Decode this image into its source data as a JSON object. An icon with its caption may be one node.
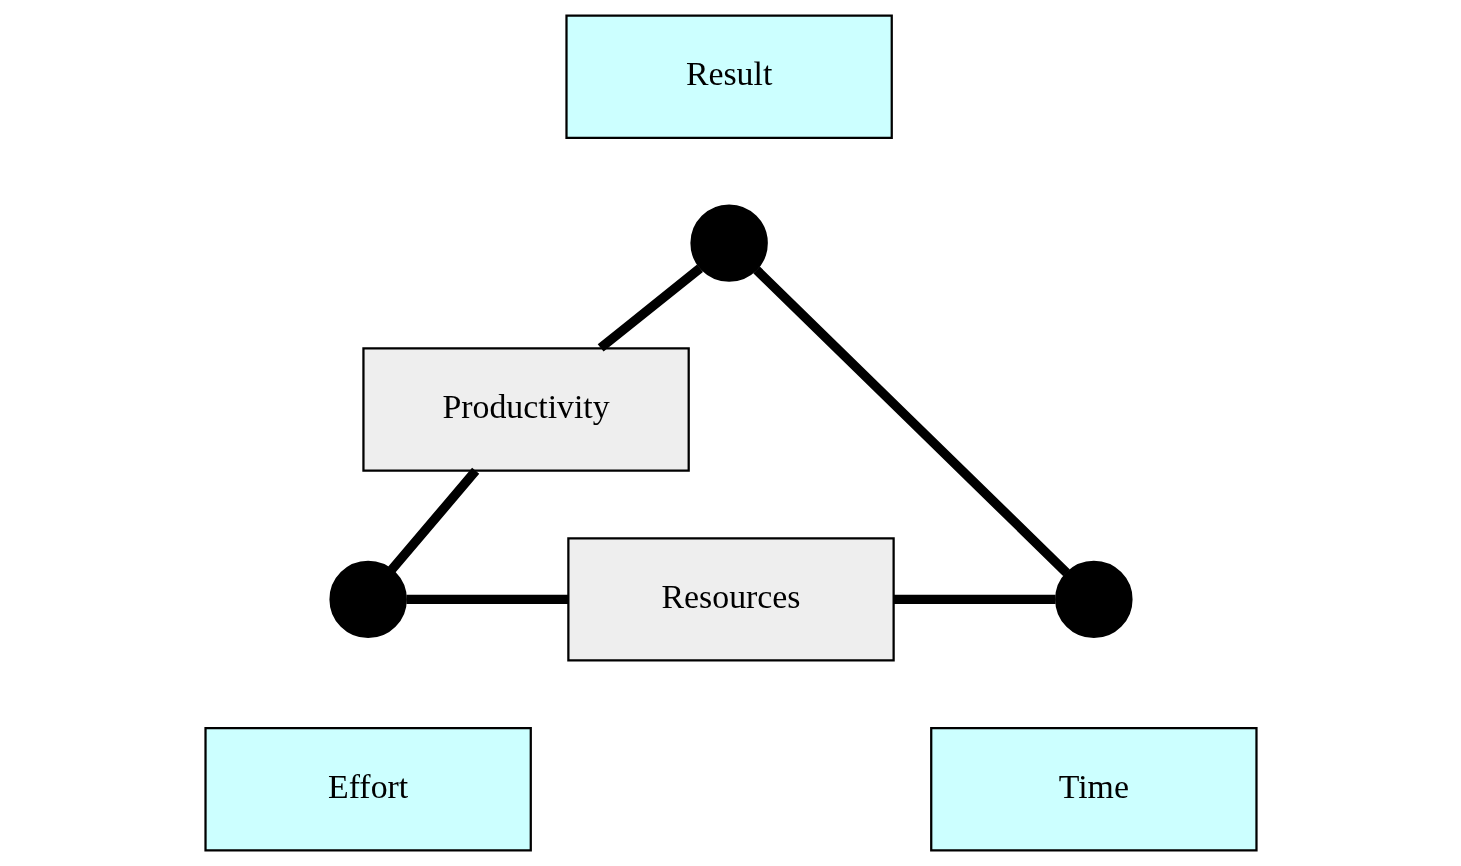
{
  "diagram": {
    "nodes": [
      {
        "text": [
          "Result"
        ]
      },
      {
        "text": [],
        "shape": "circle"
      },
      {
        "text": [
          "Productivity"
        ]
      },
      {
        "text": [],
        "shape": "circle"
      },
      {
        "text": [
          "Resources"
        ]
      },
      {
        "text": [],
        "shape": "circle"
      },
      {
        "text": [
          "Effort"
        ]
      },
      {
        "text": [
          "Time"
        ]
      }
    ],
    "edges": [
      {
        "from": 1,
        "to": 2,
        "arrow": "none"
      },
      {
        "from": 2,
        "to": 3,
        "arrow": "none"
      },
      {
        "from": 1,
        "to": 5,
        "arrow": "none"
      },
      {
        "from": 3,
        "to": 4,
        "arrow": "none"
      },
      {
        "from": 4,
        "to": 5,
        "arrow": "none"
      }
    ]
  }
}
